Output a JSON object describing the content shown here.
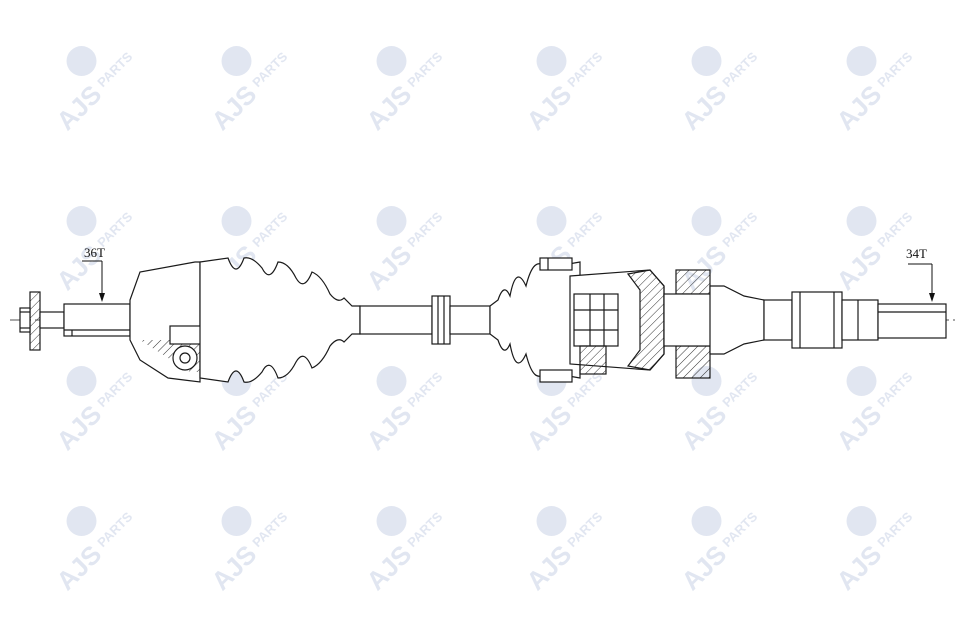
{
  "watermark": {
    "brand": "AJS",
    "suffix": "PARTS",
    "color": "#c9d3e6"
  },
  "drawing": {
    "line_color": "#1a1a1a",
    "left_spline_label": "36T",
    "right_spline_label": "34T"
  }
}
